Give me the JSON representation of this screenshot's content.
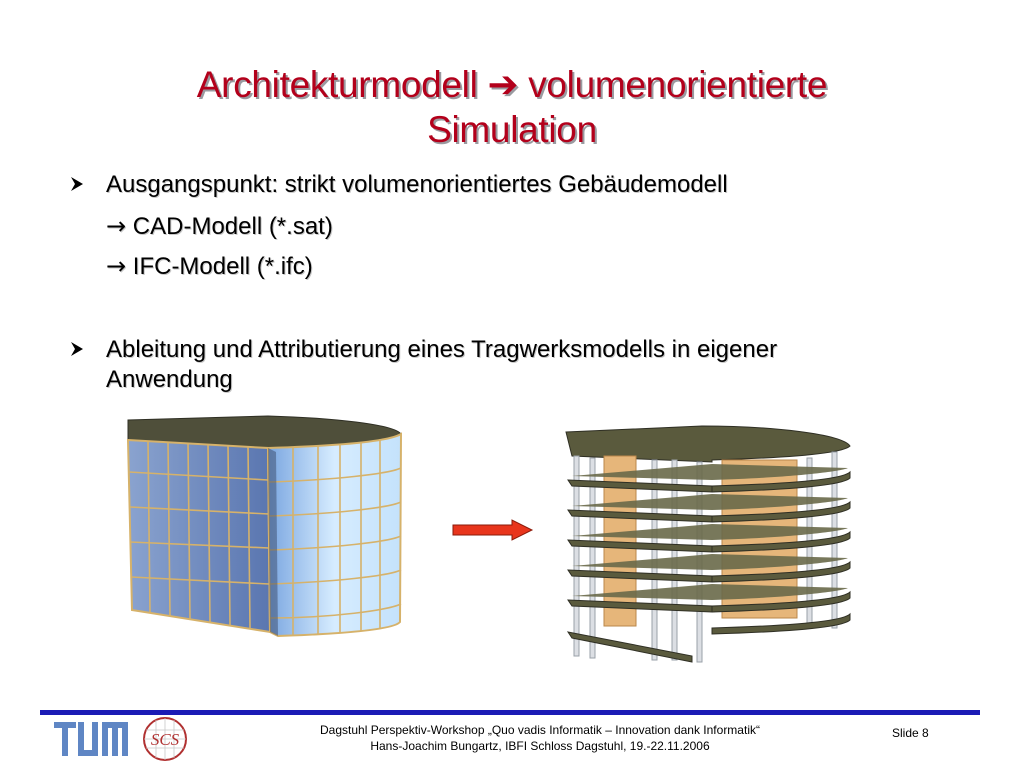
{
  "title": {
    "line1_a": "Architekturmodell",
    "arrow": "➔",
    "line1_b": "volumenorientierte",
    "line2": "Simulation"
  },
  "bullets": [
    {
      "text": "Ausgangspunkt: strikt volumenorientiertes Gebäudemodell"
    },
    {
      "text": "Ableitung und Attributierung eines Tragwerksmodells in eigener Anwendung"
    }
  ],
  "subitems": [
    {
      "arrow": "→",
      "text": "CAD-Modell (*.sat)"
    },
    {
      "arrow": "→",
      "text": "IFC-Modell (*.ifc)"
    }
  ],
  "footer": {
    "line1": "Dagstuhl Perspektiv-Workshop „Quo vadis Informatik – Innovation dank Informatik“",
    "line2": "Hans-Joachim Bungartz, IBFI Schloss Dagstuhl, 19.-22.11.2006",
    "slide_label": "Slide",
    "slide_number": "8"
  },
  "logos": {
    "tum": "TUM",
    "scs": "SCS"
  },
  "colors": {
    "title": "#b3001b",
    "footer_bar": "#1b1bb5",
    "transition_arrow": "#e8351c"
  }
}
